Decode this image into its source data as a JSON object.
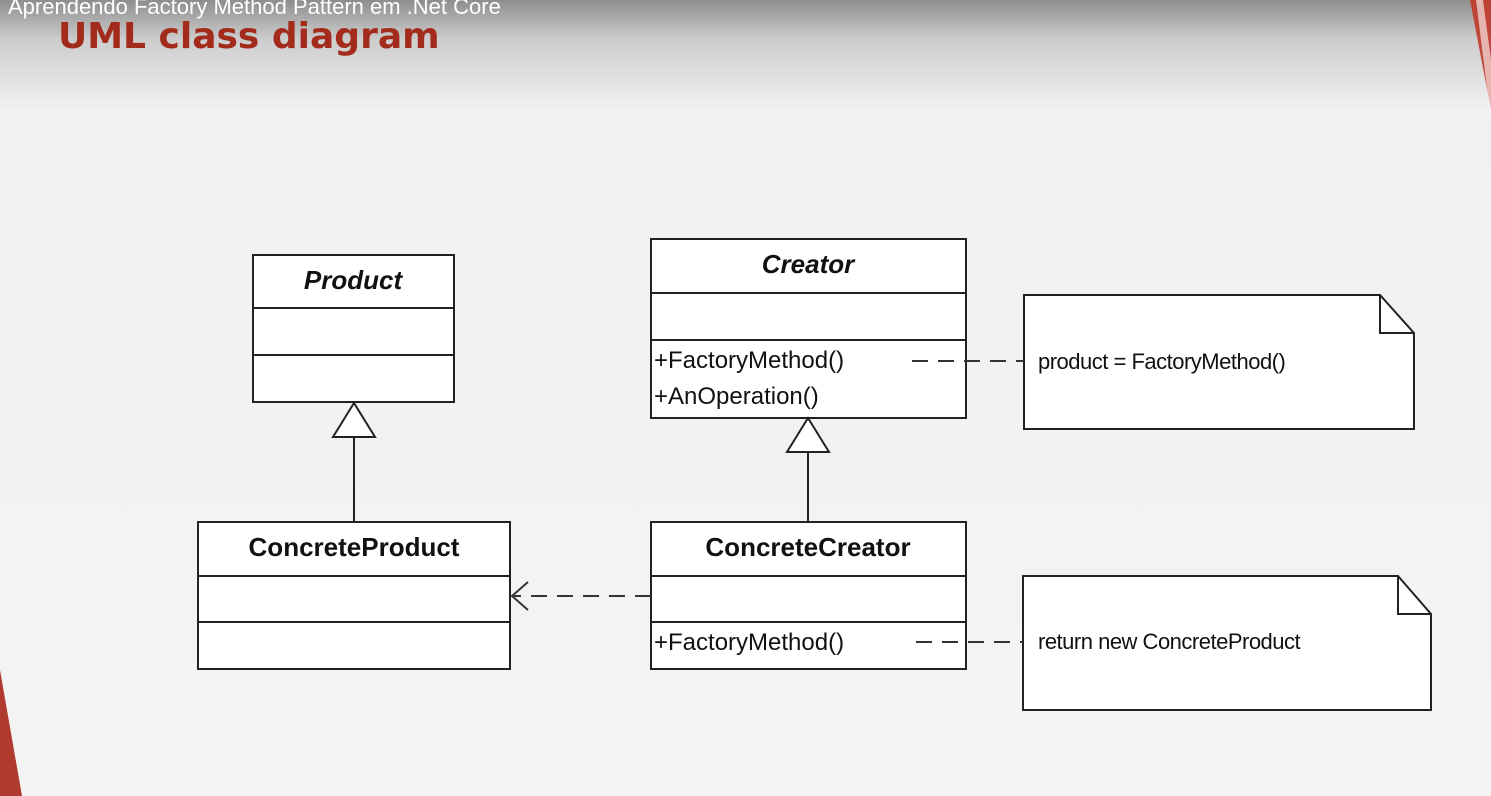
{
  "header": {
    "video_title": "Aprendendo Factory Method Pattern em .Net Core",
    "slide_title": "UML class diagram"
  },
  "diagram": {
    "classes": {
      "product": {
        "name": "Product",
        "abstract": true,
        "operations": []
      },
      "creator": {
        "name": "Creator",
        "abstract": true,
        "operations": [
          "+FactoryMethod()",
          "+AnOperation()"
        ]
      },
      "concrete_product": {
        "name": "ConcreteProduct",
        "abstract": false,
        "operations": []
      },
      "concrete_creator": {
        "name": "ConcreteCreator",
        "abstract": false,
        "operations": [
          "+FactoryMethod()"
        ]
      }
    },
    "notes": {
      "creator_note": "product = FactoryMethod()",
      "concrete_creator_note": "return new ConcreteProduct"
    },
    "relationships": [
      {
        "type": "generalization",
        "from": "ConcreteProduct",
        "to": "Product"
      },
      {
        "type": "generalization",
        "from": "ConcreteCreator",
        "to": "Creator"
      },
      {
        "type": "dependency",
        "from": "ConcreteCreator",
        "to": "ConcreteProduct"
      }
    ]
  },
  "colors": {
    "title": "#a32b1b",
    "accent_stripe": "#c0392b"
  }
}
